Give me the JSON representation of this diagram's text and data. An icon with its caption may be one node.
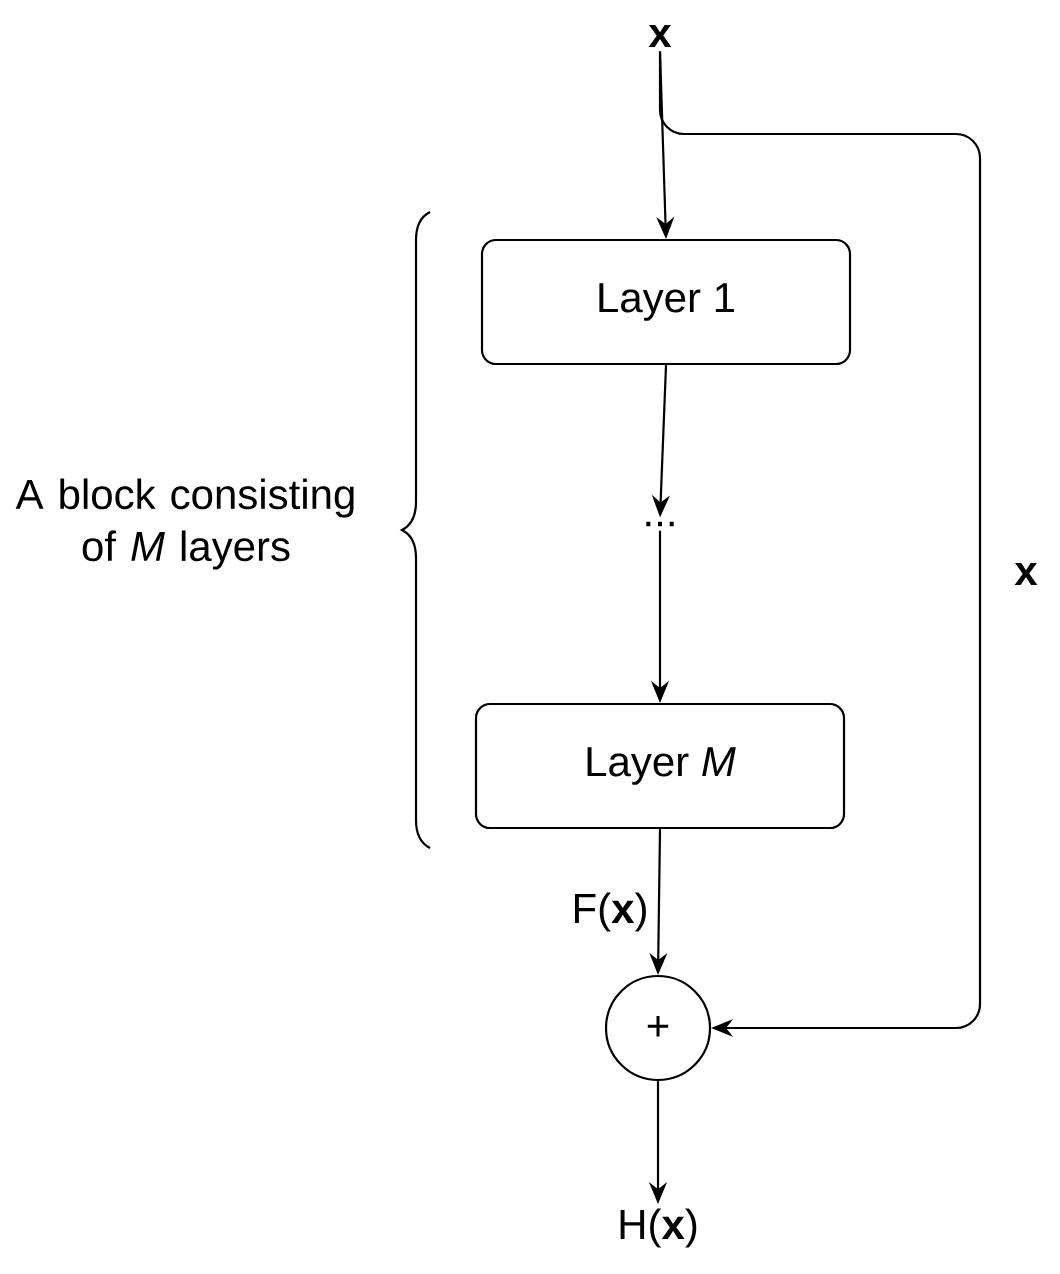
{
  "diagram": {
    "nodes": [
      {
        "text": [
          "x"
        ]
      },
      {
        "text": [
          "Layer 1"
        ]
      },
      {
        "text": [
          "..."
        ]
      },
      {
        "text": [
          "Layer *M*"
        ]
      },
      {
        "text": [
          "+"
        ]
      },
      {
        "text": [
          "H(**x**)"
        ]
      }
    ],
    "edges": [
      {
        "from": 0,
        "to": 1,
        "arrow": "to"
      },
      {
        "from": 1,
        "to": 2,
        "arrow": "to"
      },
      {
        "from": 2,
        "to": 3,
        "arrow": "to"
      },
      {
        "from": 3,
        "to": 4,
        "arrow": "to",
        "label": "F(**x**)"
      },
      {
        "from": 0,
        "to": 4,
        "arrow": "to",
        "label": "x"
      },
      {
        "from": 4,
        "to": 5,
        "arrow": "to"
      }
    ],
    "labels": [
      "A block consisting of *M* layers"
    ]
  }
}
